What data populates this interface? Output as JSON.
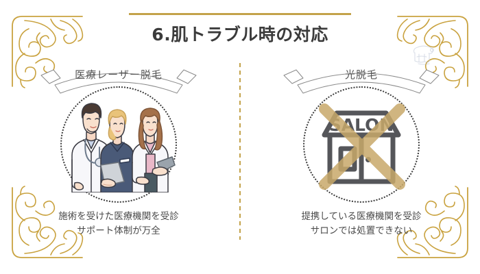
{
  "slide": {
    "title": "6.肌トラブル時の対応",
    "background_color": "#ffffff",
    "gold_color": "#c3a24a",
    "text_color": "#3b3b3b",
    "accent_tan": "#c8a96a",
    "watermark_name": "brand-watermark-logo"
  },
  "panels": [
    {
      "id": "medical-laser",
      "banner_label": "医療レーザー脱毛",
      "illustration": "three-medical-staff-illustration",
      "caption_line1": "施術を受けた医療機関を受診",
      "caption_line2": "サポート体制が万全"
    },
    {
      "id": "light-hair-removal",
      "banner_label": "光脱毛",
      "illustration": "salon-shop-crossed-out-icon",
      "salon_sign_text": "SALON",
      "caption_line1": "提携している医療機関を受診",
      "caption_line2": "サロンでは処置できない"
    }
  ]
}
